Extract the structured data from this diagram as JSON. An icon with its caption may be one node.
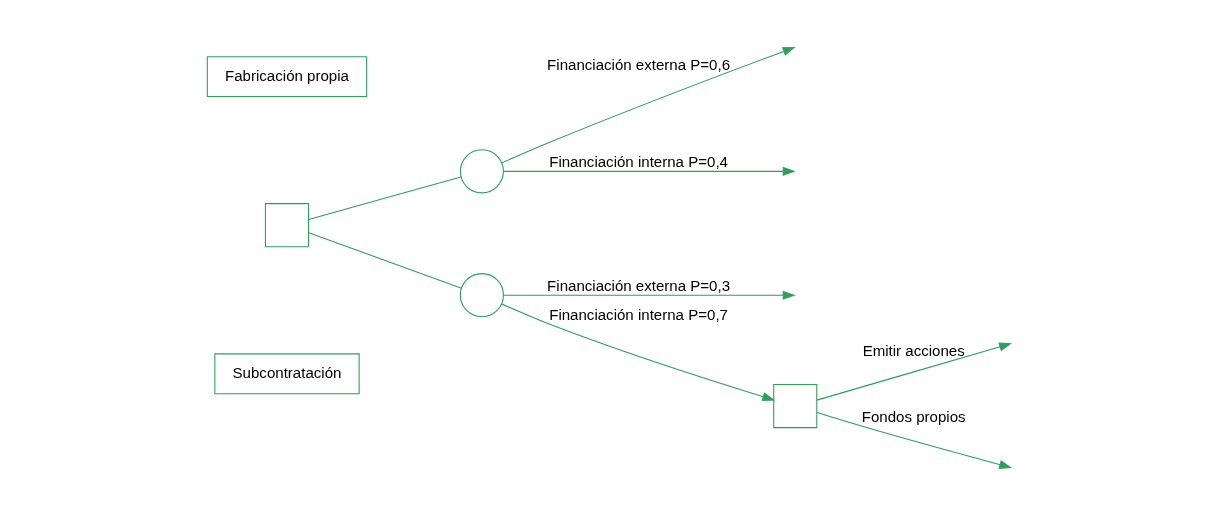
{
  "diagram": {
    "nodes": [
      {
        "text": [
          "Fabricación propia"
        ]
      },
      {
        "text": [],
        "shape": "box"
      },
      {
        "text": [],
        "shape": "circle"
      },
      {
        "text": [
          "Subcontratación"
        ]
      },
      {
        "text": [],
        "shape": "circle"
      },
      {
        "text": [],
        "shape": "box"
      }
    ],
    "edges": [
      {
        "from": 1,
        "to": 2,
        "arrow": "none"
      },
      {
        "from": 1,
        "to": 4,
        "arrow": "none"
      },
      {
        "from": 2,
        "to": null,
        "arrow": "to",
        "label": "Financiación externa P=0,6"
      },
      {
        "from": 2,
        "to": null,
        "arrow": "to",
        "label": "Financiación interna P=0,4"
      },
      {
        "from": 4,
        "to": null,
        "arrow": "to",
        "label": "Financiación externa P=0,3"
      },
      {
        "from": 4,
        "to": 5,
        "arrow": "to",
        "label": "Financiación interna P=0,7"
      },
      {
        "from": 5,
        "to": null,
        "arrow": "to",
        "label": "Emitir acciones"
      },
      {
        "from": 5,
        "to": null,
        "arrow": "to",
        "label": "Fondos propios"
      }
    ]
  }
}
